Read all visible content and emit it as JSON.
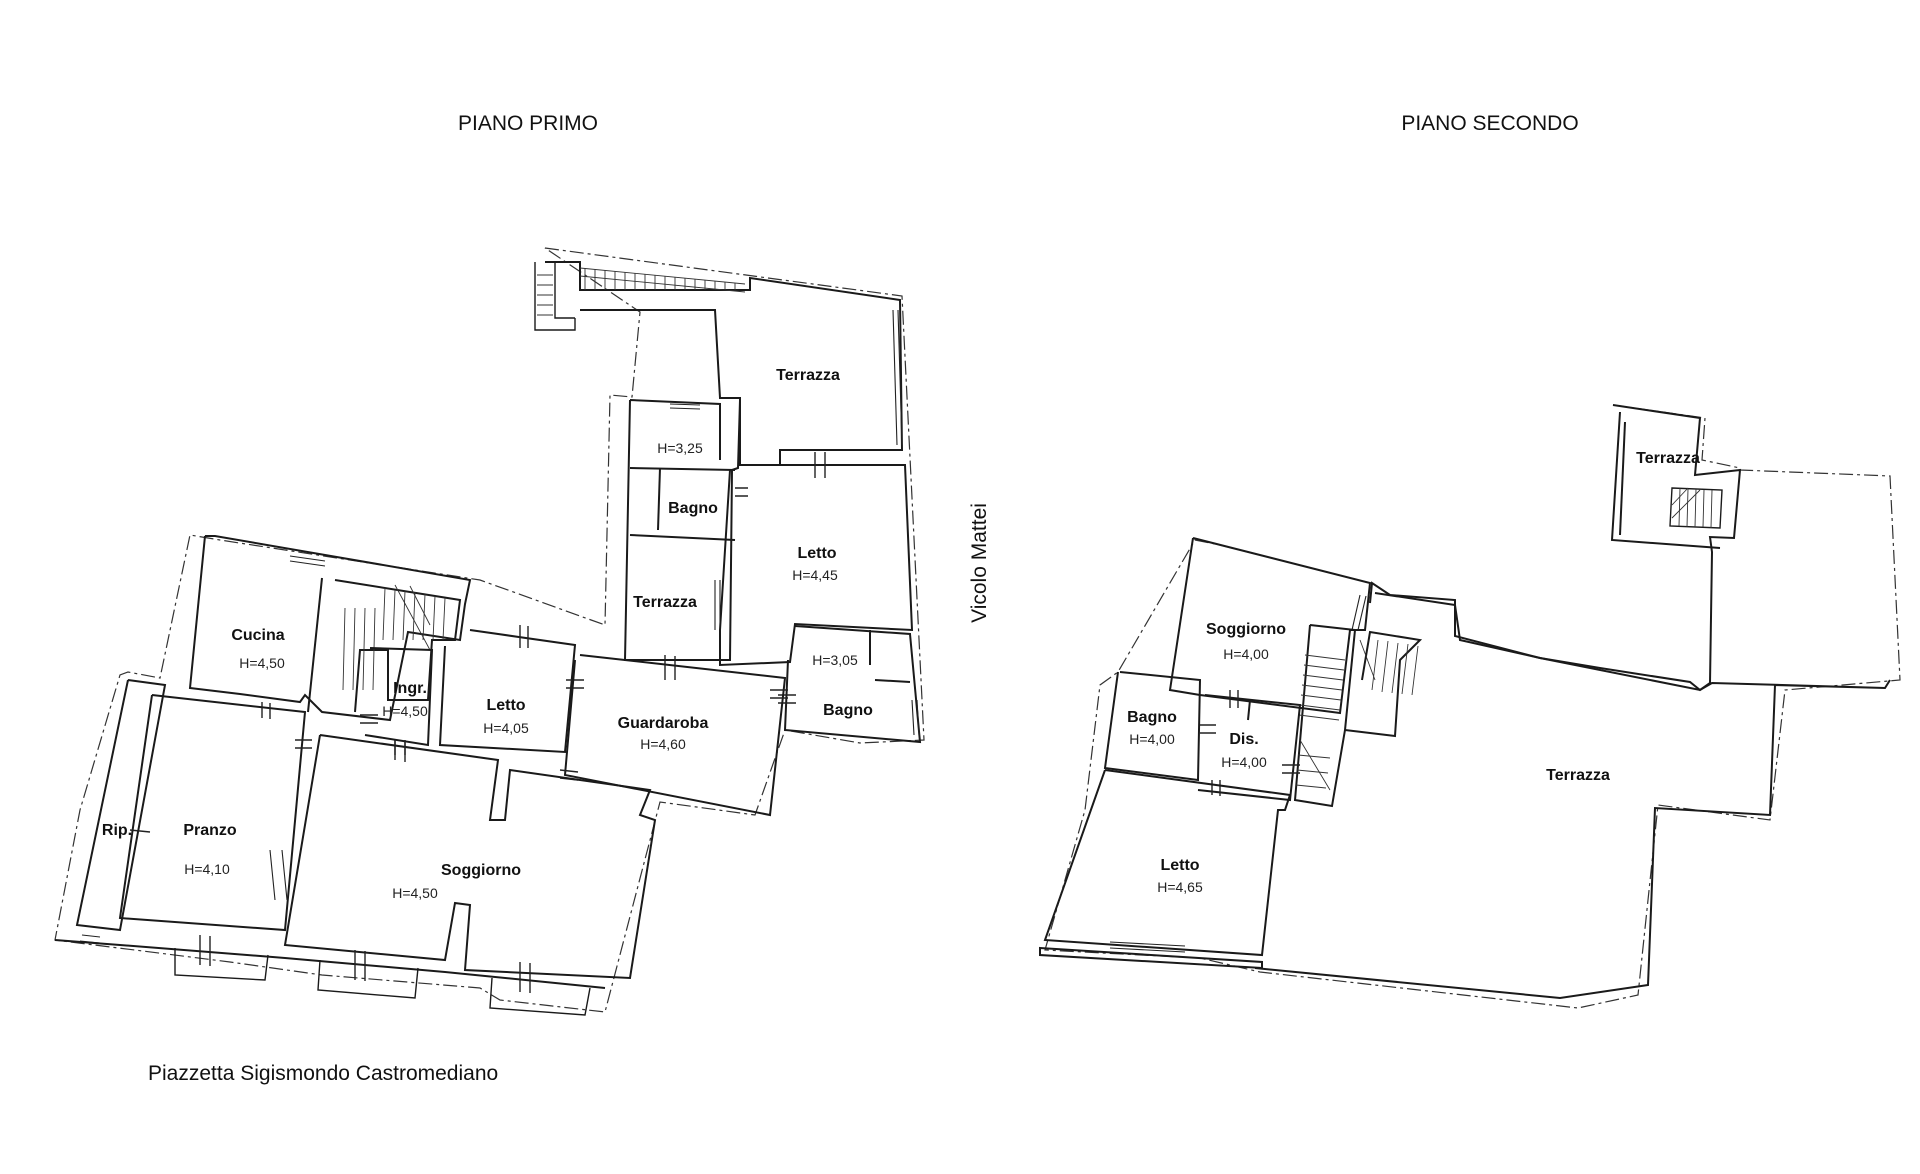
{
  "floors": {
    "first": {
      "title": "PIANO PRIMO"
    },
    "second": {
      "title": "PIANO SECONDO"
    }
  },
  "streets": {
    "piazzetta": "Piazzetta Sigismondo Castromediano",
    "vicolo": "Vicolo Mattei"
  },
  "rooms_first": {
    "terrazza_top": {
      "name": "Terrazza"
    },
    "small_room": {
      "height": "H=3,25"
    },
    "bagno_1": {
      "name": "Bagno"
    },
    "letto_1": {
      "name": "Letto",
      "height": "H=4,45"
    },
    "terrazza_mid": {
      "name": "Terrazza"
    },
    "bagno_2": {
      "name": "Bagno",
      "height": "H=3,05"
    },
    "cucina": {
      "name": "Cucina",
      "height": "H=4,50"
    },
    "ingresso": {
      "name": "Ingr.",
      "height": "H=4,50"
    },
    "letto_2": {
      "name": "Letto",
      "height": "H=4,05"
    },
    "guardaroba": {
      "name": "Guardaroba",
      "height": "H=4,60"
    },
    "ripostiglio": {
      "name": "Rip."
    },
    "pranzo": {
      "name": "Pranzo",
      "height": "H=4,10"
    },
    "soggiorno": {
      "name": "Soggiorno",
      "height": "H=4,50"
    }
  },
  "rooms_second": {
    "terrazza_small": {
      "name": "Terrazza"
    },
    "soggiorno": {
      "name": "Soggiorno",
      "height": "H=4,00"
    },
    "bagno": {
      "name": "Bagno",
      "height": "H=4,00"
    },
    "disimpegno": {
      "name": "Dis.",
      "height": "H=4,00"
    },
    "terrazza_big": {
      "name": "Terrazza"
    },
    "letto": {
      "name": "Letto",
      "height": "H=4,65"
    }
  }
}
